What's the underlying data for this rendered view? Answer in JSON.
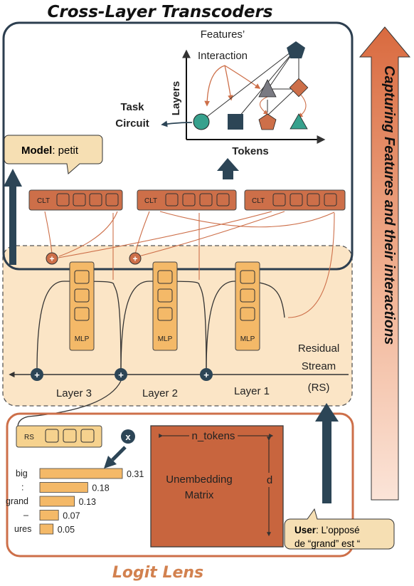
{
  "titles": {
    "clt": "Cross-Layer Transcoders",
    "logit_lens": "Logit Lens",
    "side_arrow": "Capturing Features and their interactions"
  },
  "clt_panel": {
    "features_label": "Features’ Interaction",
    "features_line1": "Features’",
    "features_line2": "Interaction",
    "layers_axis": "Layers",
    "tokens_axis": "Tokens",
    "task_circuit_line1": "Task",
    "task_circuit_line2": "Circuit",
    "clt_box_label": "CLT",
    "model_key": "Model",
    "model_value": ": petit"
  },
  "residual": {
    "label_line1": "Residual",
    "label_line2": "Stream",
    "label_line3": "(RS)",
    "mlp_label": "MLP",
    "layers": [
      "Layer 3",
      "Layer 2",
      "Layer 1"
    ]
  },
  "logit_lens_panel": {
    "rs_label": "RS",
    "x_label": "x",
    "bars": [
      {
        "token": "big",
        "value": 0.31,
        "label": "0.31"
      },
      {
        "token": ":",
        "value": 0.18,
        "label": "0.18"
      },
      {
        "token": "grand",
        "value": 0.13,
        "label": "0.13"
      },
      {
        "token": "–",
        "value": 0.07,
        "label": "0.07"
      },
      {
        "token": "ures",
        "value": 0.05,
        "label": "0.05"
      }
    ],
    "matrix_label_line1": "Unembedding",
    "matrix_label_line2": "Matrix",
    "n_tokens": "n_tokens",
    "d": "d",
    "user_key": "User",
    "user_value_line1": ": L’opposé",
    "user_value_line2": "de “grand” est “"
  },
  "colors": {
    "orange_dark": "#cd6f49",
    "orange_light": "#f6e3c4",
    "orange_mid": "#f4b968",
    "navy": "#2c4556",
    "teal": "#37a18d"
  }
}
